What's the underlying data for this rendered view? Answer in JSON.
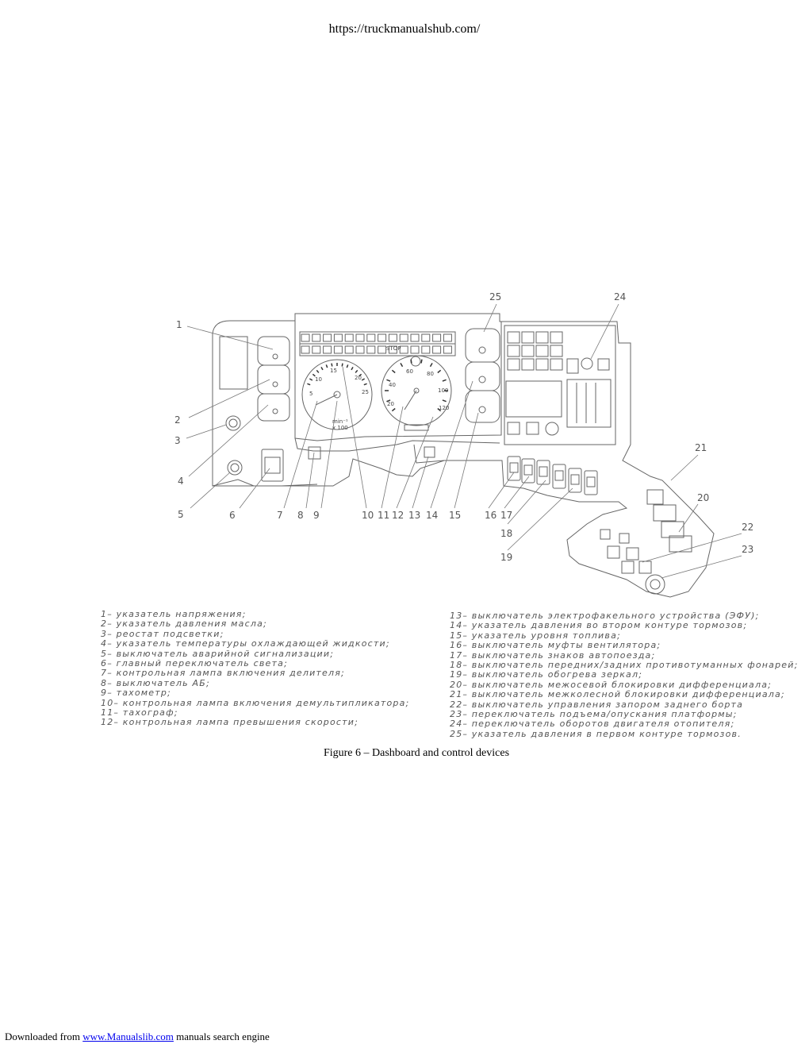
{
  "header": {
    "url": "https://truckmanualshub.com/"
  },
  "diagram": {
    "callouts": [
      "1",
      "2",
      "3",
      "4",
      "5",
      "6",
      "7",
      "8",
      "9",
      "10",
      "11",
      "12",
      "13",
      "14",
      "15",
      "16",
      "17",
      "18",
      "19",
      "20",
      "21",
      "22",
      "23",
      "24",
      "25"
    ],
    "tacho_numbers": [
      "5",
      "10",
      "15",
      "20",
      "25"
    ],
    "tacho_unit": "min⁻¹",
    "tacho_multiplier": "x 100",
    "speedo_numbers": [
      "20",
      "40",
      "60",
      "80",
      "100",
      "120"
    ],
    "stop_label": "STOP"
  },
  "legend_left": [
    "1– указатель напряжения;",
    "2– указатель давления масла;",
    "3– реостат подсветки;",
    "4– указатель температуры охлаждающей жидкости;",
    "5– выключатель аварийной сигнализации;",
    "6– главный переключатель света;",
    "7– контрольная лампа включения делителя;",
    "8– выключатель АБ;",
    "9– тахометр;",
    "10– контрольная лампа включения демультипликатора;",
    "11– тахограф;",
    "12– контрольная лампа превышения скорости;"
  ],
  "legend_right": [
    "13– выключатель электрофакельного устройства (ЭФУ);",
    "14– указатель давления во втором контуре тормозов;",
    "15– указатель уровня топлива;",
    "16– выключатель муфты вентилятора;",
    "17– выключатель знаков автопоезда;",
    "18– выключатель передних/задних противотуманных фонарей;",
    "19– выключатель обогрева зеркал;",
    "20– выключатель межосевой блокировки дифференциала;",
    "21– выключатель межколесной блокировки дифференциала;",
    "22– выключатель управления запором заднего борта",
    "23– переключатель подъема/опускания платформы;",
    "24– переключатель оборотов двигателя отопителя;",
    "25– указатель давления в первом контуре тормозов."
  ],
  "caption": "Figure 6 – Dashboard and control devices",
  "footer": {
    "prefix": "Downloaded from",
    "link": "www.Manualslib.com",
    "suffix": "manuals search engine"
  }
}
